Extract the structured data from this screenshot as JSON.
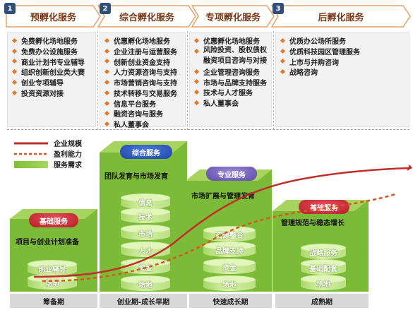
{
  "stages": [
    {
      "num": "1",
      "title": "预孵化服务"
    },
    {
      "num": "2",
      "title": "综合孵化服务"
    },
    {
      "num": "",
      "title": "专项孵化服务"
    },
    {
      "num": "3",
      "title": "后孵化服务"
    }
  ],
  "service_lists": [
    [
      "免费孵化场地服务",
      "免费办公设施服务",
      "商业计划书专业辅导",
      "组织创新创业类大赛",
      "创业专项辅导",
      "投资资源对接"
    ],
    [
      "优惠孵化场地服务",
      "企业注册与运营服务",
      "创新创业资金支持",
      "人力资源咨询与支持",
      "市场营销咨询与支持",
      "技术转移与交易服务",
      "信息平台服务",
      "融资咨询与服务",
      "私人董事会"
    ],
    [
      "优惠孵化场地服务",
      "风险投资、股权债权融资项目咨询与对接",
      "企业管理咨询服务",
      "市场与品牌支持服务",
      "技术与人才服务",
      "私人董事会"
    ],
    [
      "优质办公场所服务",
      "优质科技园区管理服务",
      "上市与并购咨询",
      "战略咨询"
    ]
  ],
  "legend": [
    {
      "label": "企业规模",
      "color": "#c0302a",
      "style": "solid"
    },
    {
      "label": "盈利能力",
      "color": "#d8561e",
      "style": "dashed"
    },
    {
      "label": "服务需求",
      "color": "#7fbf3a",
      "style": "bar"
    }
  ],
  "columns": [
    {
      "pill": "基础服务",
      "pill_color": "red",
      "title": "项目与创业计划准备",
      "disks": [
        "场地",
        "创业辅导"
      ]
    },
    {
      "pill": "综合服务",
      "pill_color": "blue",
      "title": "团队发育与市场发育",
      "disks": [
        "场地",
        "资金",
        "人才",
        "市场",
        "技术",
        "信息"
      ]
    },
    {
      "pill": "专业服务",
      "pill_color": "purple",
      "title": "市场扩展与管理发育",
      "disks": [
        "场地",
        "资金",
        "品牌支持",
        "资源整合"
      ]
    },
    {
      "pill": "基础服务",
      "pill_color": "red",
      "title": "管理规范与稳态增长",
      "disks": [
        "场地",
        "基础配套",
        "战略服务"
      ]
    }
  ],
  "phases": [
    "筹备期",
    "创业期-成长早期",
    "快速成长期",
    "成熟期"
  ],
  "colors": {
    "banner_text": "#7a3818",
    "badge": "#2f4e7a",
    "bullet": "#e07a2a",
    "column_green": "#8cc63f"
  }
}
